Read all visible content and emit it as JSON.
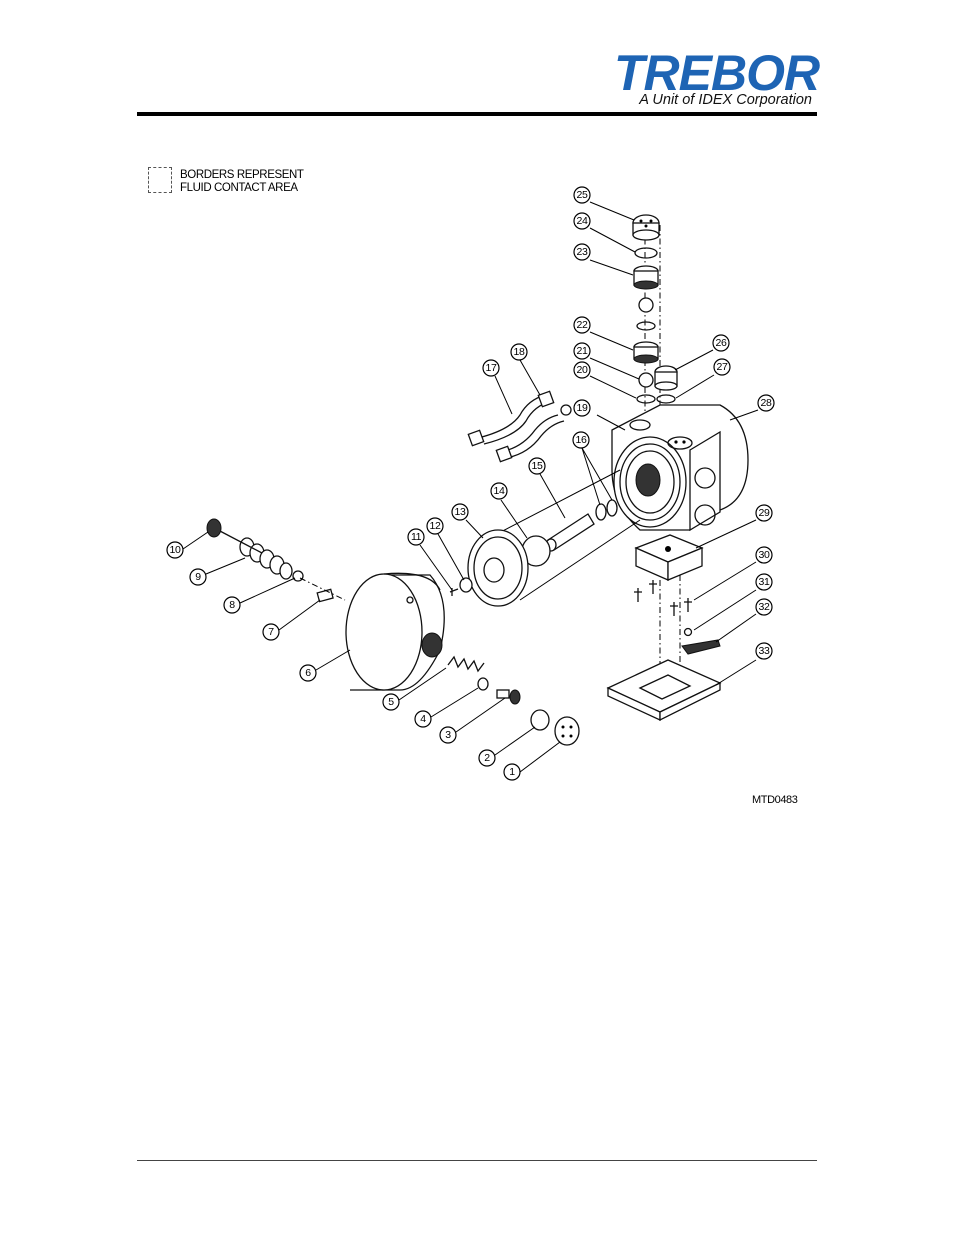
{
  "logo": {
    "brand": "TREBOR",
    "tagline": "A Unit of IDEX Corporation",
    "color": "#1e64b4"
  },
  "legend": {
    "text": "BORDERS REPRESENT\nFLUID CONTACT AREA"
  },
  "drawing_code": "MTD0483",
  "callouts": [
    "1",
    "2",
    "3",
    "4",
    "5",
    "6",
    "7",
    "8",
    "9",
    "10",
    "11",
    "12",
    "13",
    "14",
    "15",
    "16",
    "17",
    "18",
    "19",
    "20",
    "21",
    "22",
    "23",
    "24",
    "25",
    "26",
    "27",
    "28",
    "29",
    "30",
    "31",
    "32",
    "33"
  ]
}
